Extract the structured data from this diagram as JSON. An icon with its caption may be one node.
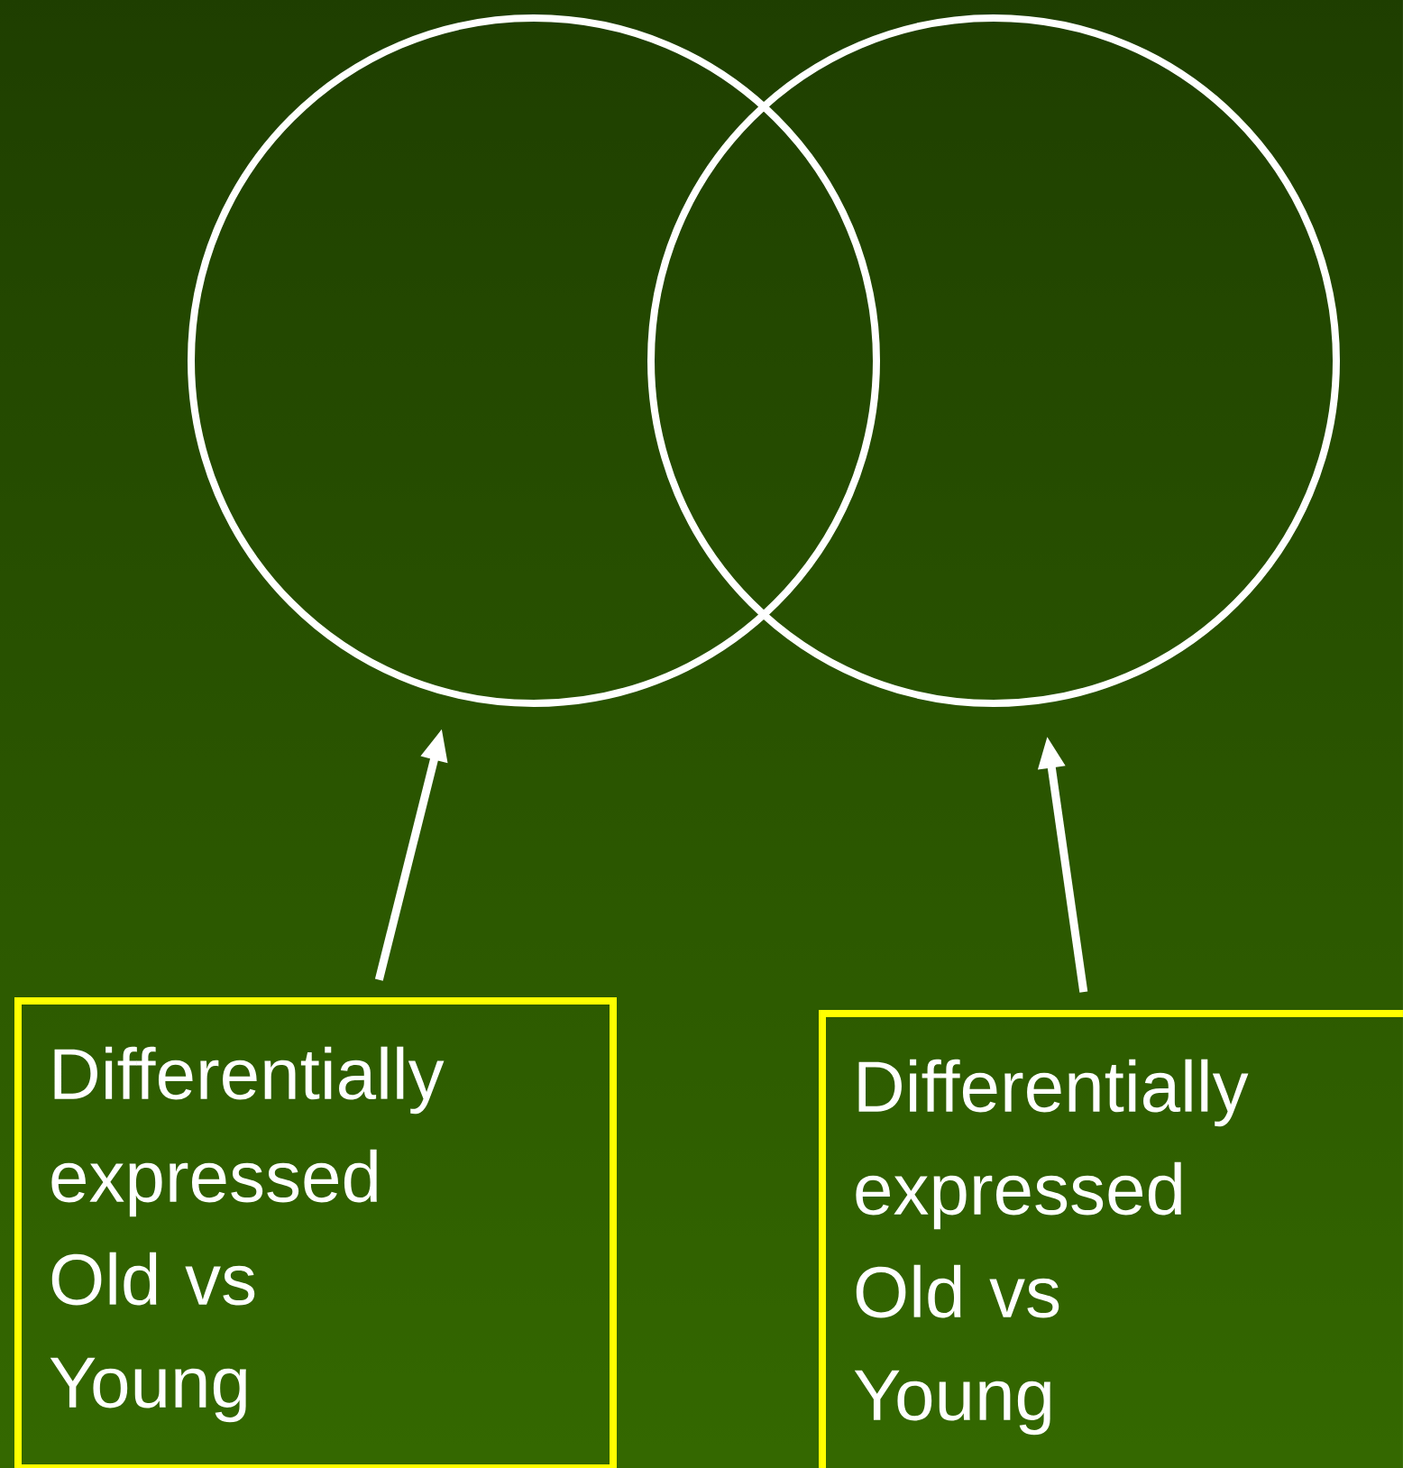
{
  "diagram": {
    "nodes": [
      {
        "text": [],
        "shape": "circle"
      },
      {
        "text": [],
        "shape": "circle"
      },
      {
        "text": [
          "Differentially expressed Old vs Young"
        ]
      },
      {
        "text": [
          "Differentially expressed Old vs Young"
        ]
      }
    ],
    "edges": [
      {
        "from": 2,
        "to": 0,
        "arrow": "to"
      },
      {
        "from": 3,
        "to": 1,
        "arrow": "to"
      }
    ]
  }
}
